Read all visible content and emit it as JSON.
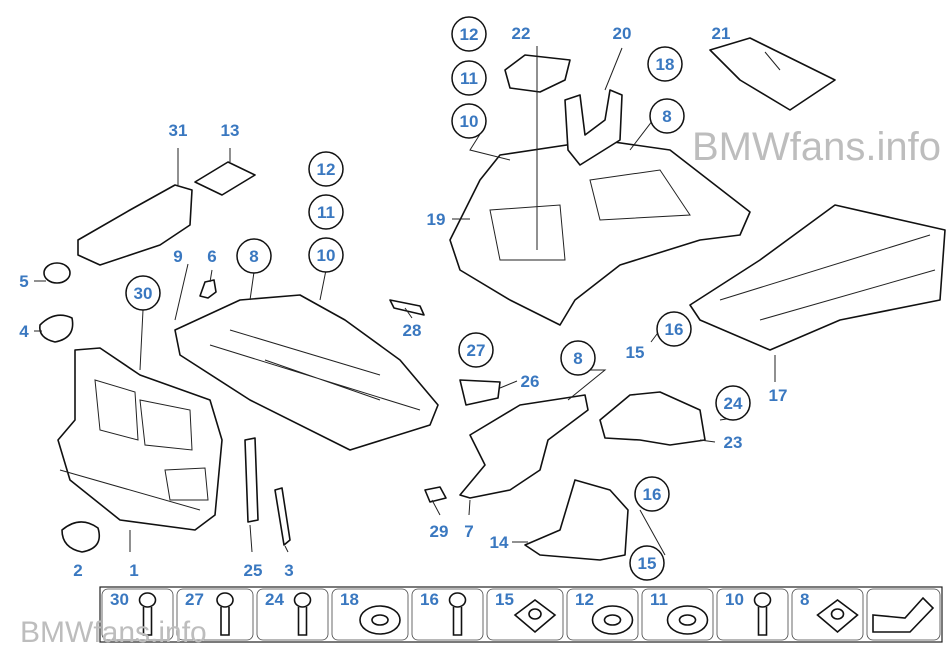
{
  "watermark": {
    "top": "BMWfans.info",
    "bottom": "BMWfans.info"
  },
  "label_color": "#3a78c0",
  "callouts": [
    {
      "text": "31",
      "circled": false
    },
    {
      "text": "13",
      "circled": false
    },
    {
      "text": "9",
      "circled": false
    },
    {
      "text": "6",
      "circled": false
    },
    {
      "text": "5",
      "circled": false
    },
    {
      "text": "4",
      "circled": false
    },
    {
      "text": "2",
      "circled": false
    },
    {
      "text": "1",
      "circled": false
    },
    {
      "text": "25",
      "circled": false
    },
    {
      "text": "3",
      "circled": false
    },
    {
      "text": "28",
      "circled": false
    },
    {
      "text": "19",
      "circled": false
    },
    {
      "text": "22",
      "circled": false
    },
    {
      "text": "20",
      "circled": false
    },
    {
      "text": "21",
      "circled": false
    },
    {
      "text": "26",
      "circled": false
    },
    {
      "text": "17",
      "circled": false
    },
    {
      "text": "23",
      "circled": false
    },
    {
      "text": "29",
      "circled": false
    },
    {
      "text": "7",
      "circled": false
    },
    {
      "text": "14",
      "circled": false
    },
    {
      "text": "15",
      "circled": false
    },
    {
      "text": "12",
      "circled": true
    },
    {
      "text": "11",
      "circled": true
    },
    {
      "text": "10",
      "circled": true
    },
    {
      "text": "18",
      "circled": true
    },
    {
      "text": "8",
      "circled": true
    },
    {
      "text": "30",
      "circled": true
    },
    {
      "text": "8",
      "circled": true
    },
    {
      "text": "12",
      "circled": true
    },
    {
      "text": "11",
      "circled": true
    },
    {
      "text": "10",
      "circled": true
    },
    {
      "text": "27",
      "circled": true
    },
    {
      "text": "8",
      "circled": true
    },
    {
      "text": "16",
      "circled": true
    },
    {
      "text": "24",
      "circled": true
    },
    {
      "text": "16",
      "circled": true
    },
    {
      "text": "15",
      "circled": true
    }
  ],
  "fastener_strip": [
    {
      "number": "30",
      "icon": "push-rivet-icon"
    },
    {
      "number": "27",
      "icon": "expanding-rivet-icon"
    },
    {
      "number": "24",
      "icon": "plastic-rivet-icon"
    },
    {
      "number": "18",
      "icon": "hex-nut-flange-icon"
    },
    {
      "number": "16",
      "icon": "hex-bolt-washer-icon"
    },
    {
      "number": "15",
      "icon": "clip-nut-icon"
    },
    {
      "number": "12",
      "icon": "washer-icon"
    },
    {
      "number": "11",
      "icon": "lock-washer-icon"
    },
    {
      "number": "10",
      "icon": "screw-icon"
    },
    {
      "number": "8",
      "icon": "spring-clip-nut-icon"
    },
    {
      "number": "",
      "icon": "arrow-next-icon"
    }
  ]
}
